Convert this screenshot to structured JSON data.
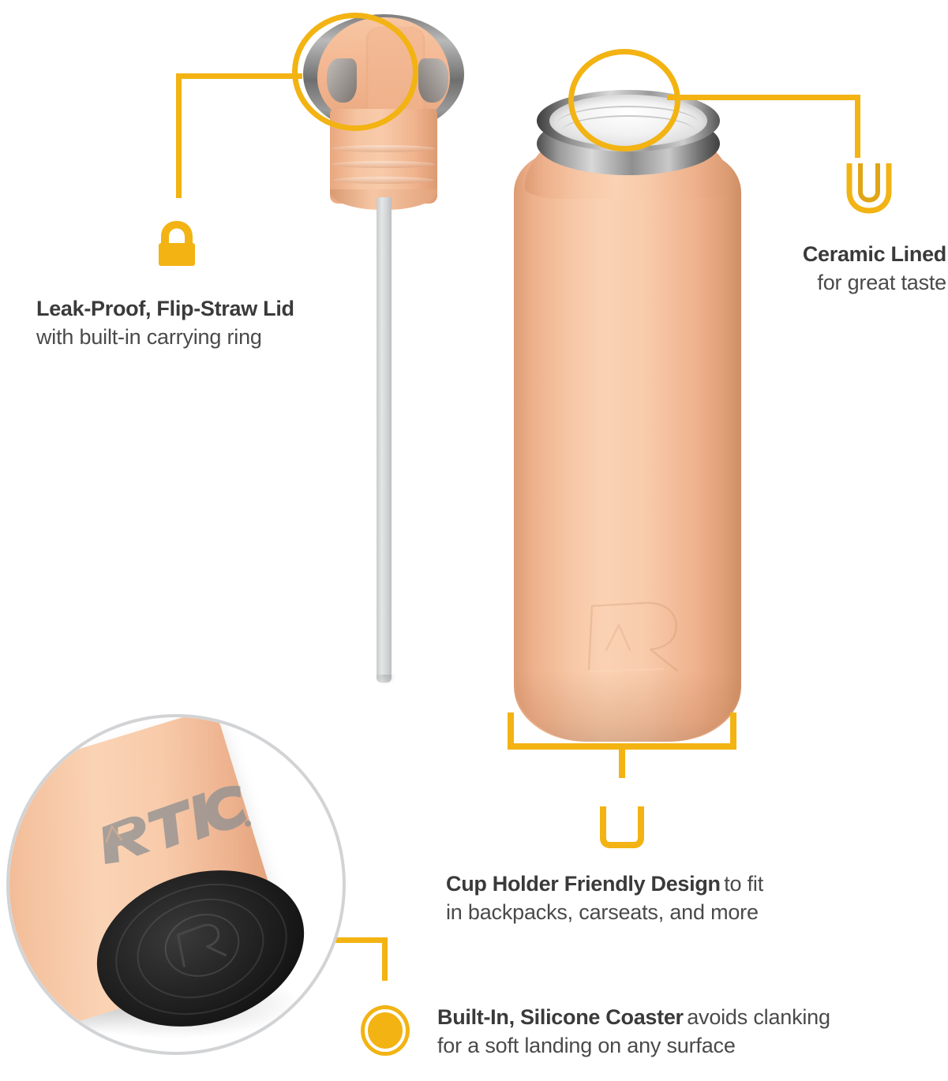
{
  "product": {
    "brand": "RTIC",
    "colors": {
      "accent_yellow": "#F2B313",
      "bottle_peach": "#F7C8A7",
      "text_dark": "#3A3A3A",
      "text_body": "#4A4A4A",
      "coaster_black": "#141414",
      "chrome_gray": "#8F8F8F",
      "inset_outline": "#D2D3D5"
    }
  },
  "features": [
    {
      "id": "leak-proof-lid",
      "icon": "padlock-icon",
      "title": "Leak-Proof, Flip-Straw Lid",
      "subtitle": "with built-in carrying ring",
      "align": "left"
    },
    {
      "id": "ceramic-lined",
      "icon": "ceramic-liner-u-icon",
      "title": "Ceramic Lined",
      "subtitle": "for great taste",
      "align": "right"
    },
    {
      "id": "cup-holder-friendly",
      "icon": "cup-holder-u-icon",
      "title": "Cup Holder Friendly Design",
      "subtitle": "to fit",
      "subtitle2": "in backpacks, carseats, and more",
      "align": "center"
    },
    {
      "id": "silicone-coaster",
      "icon": "coaster-ring-icon",
      "title": "Built-In, Silicone Coaster",
      "subtitle": "avoids clanking",
      "subtitle2": "for a soft landing on any surface",
      "align": "left"
    }
  ],
  "illustration": {
    "cap_label": "flip-straw-cap",
    "straw_label": "drinking-straw",
    "bottle_label": "insulated-water-bottle",
    "mouth_label": "ceramic-lined-mouth",
    "emboss_label": "rtic-r-emboss",
    "inset_label": "coaster-detail-inset",
    "coaster_label": "silicone-coaster-base",
    "inset_logo_text": "RTIC"
  }
}
